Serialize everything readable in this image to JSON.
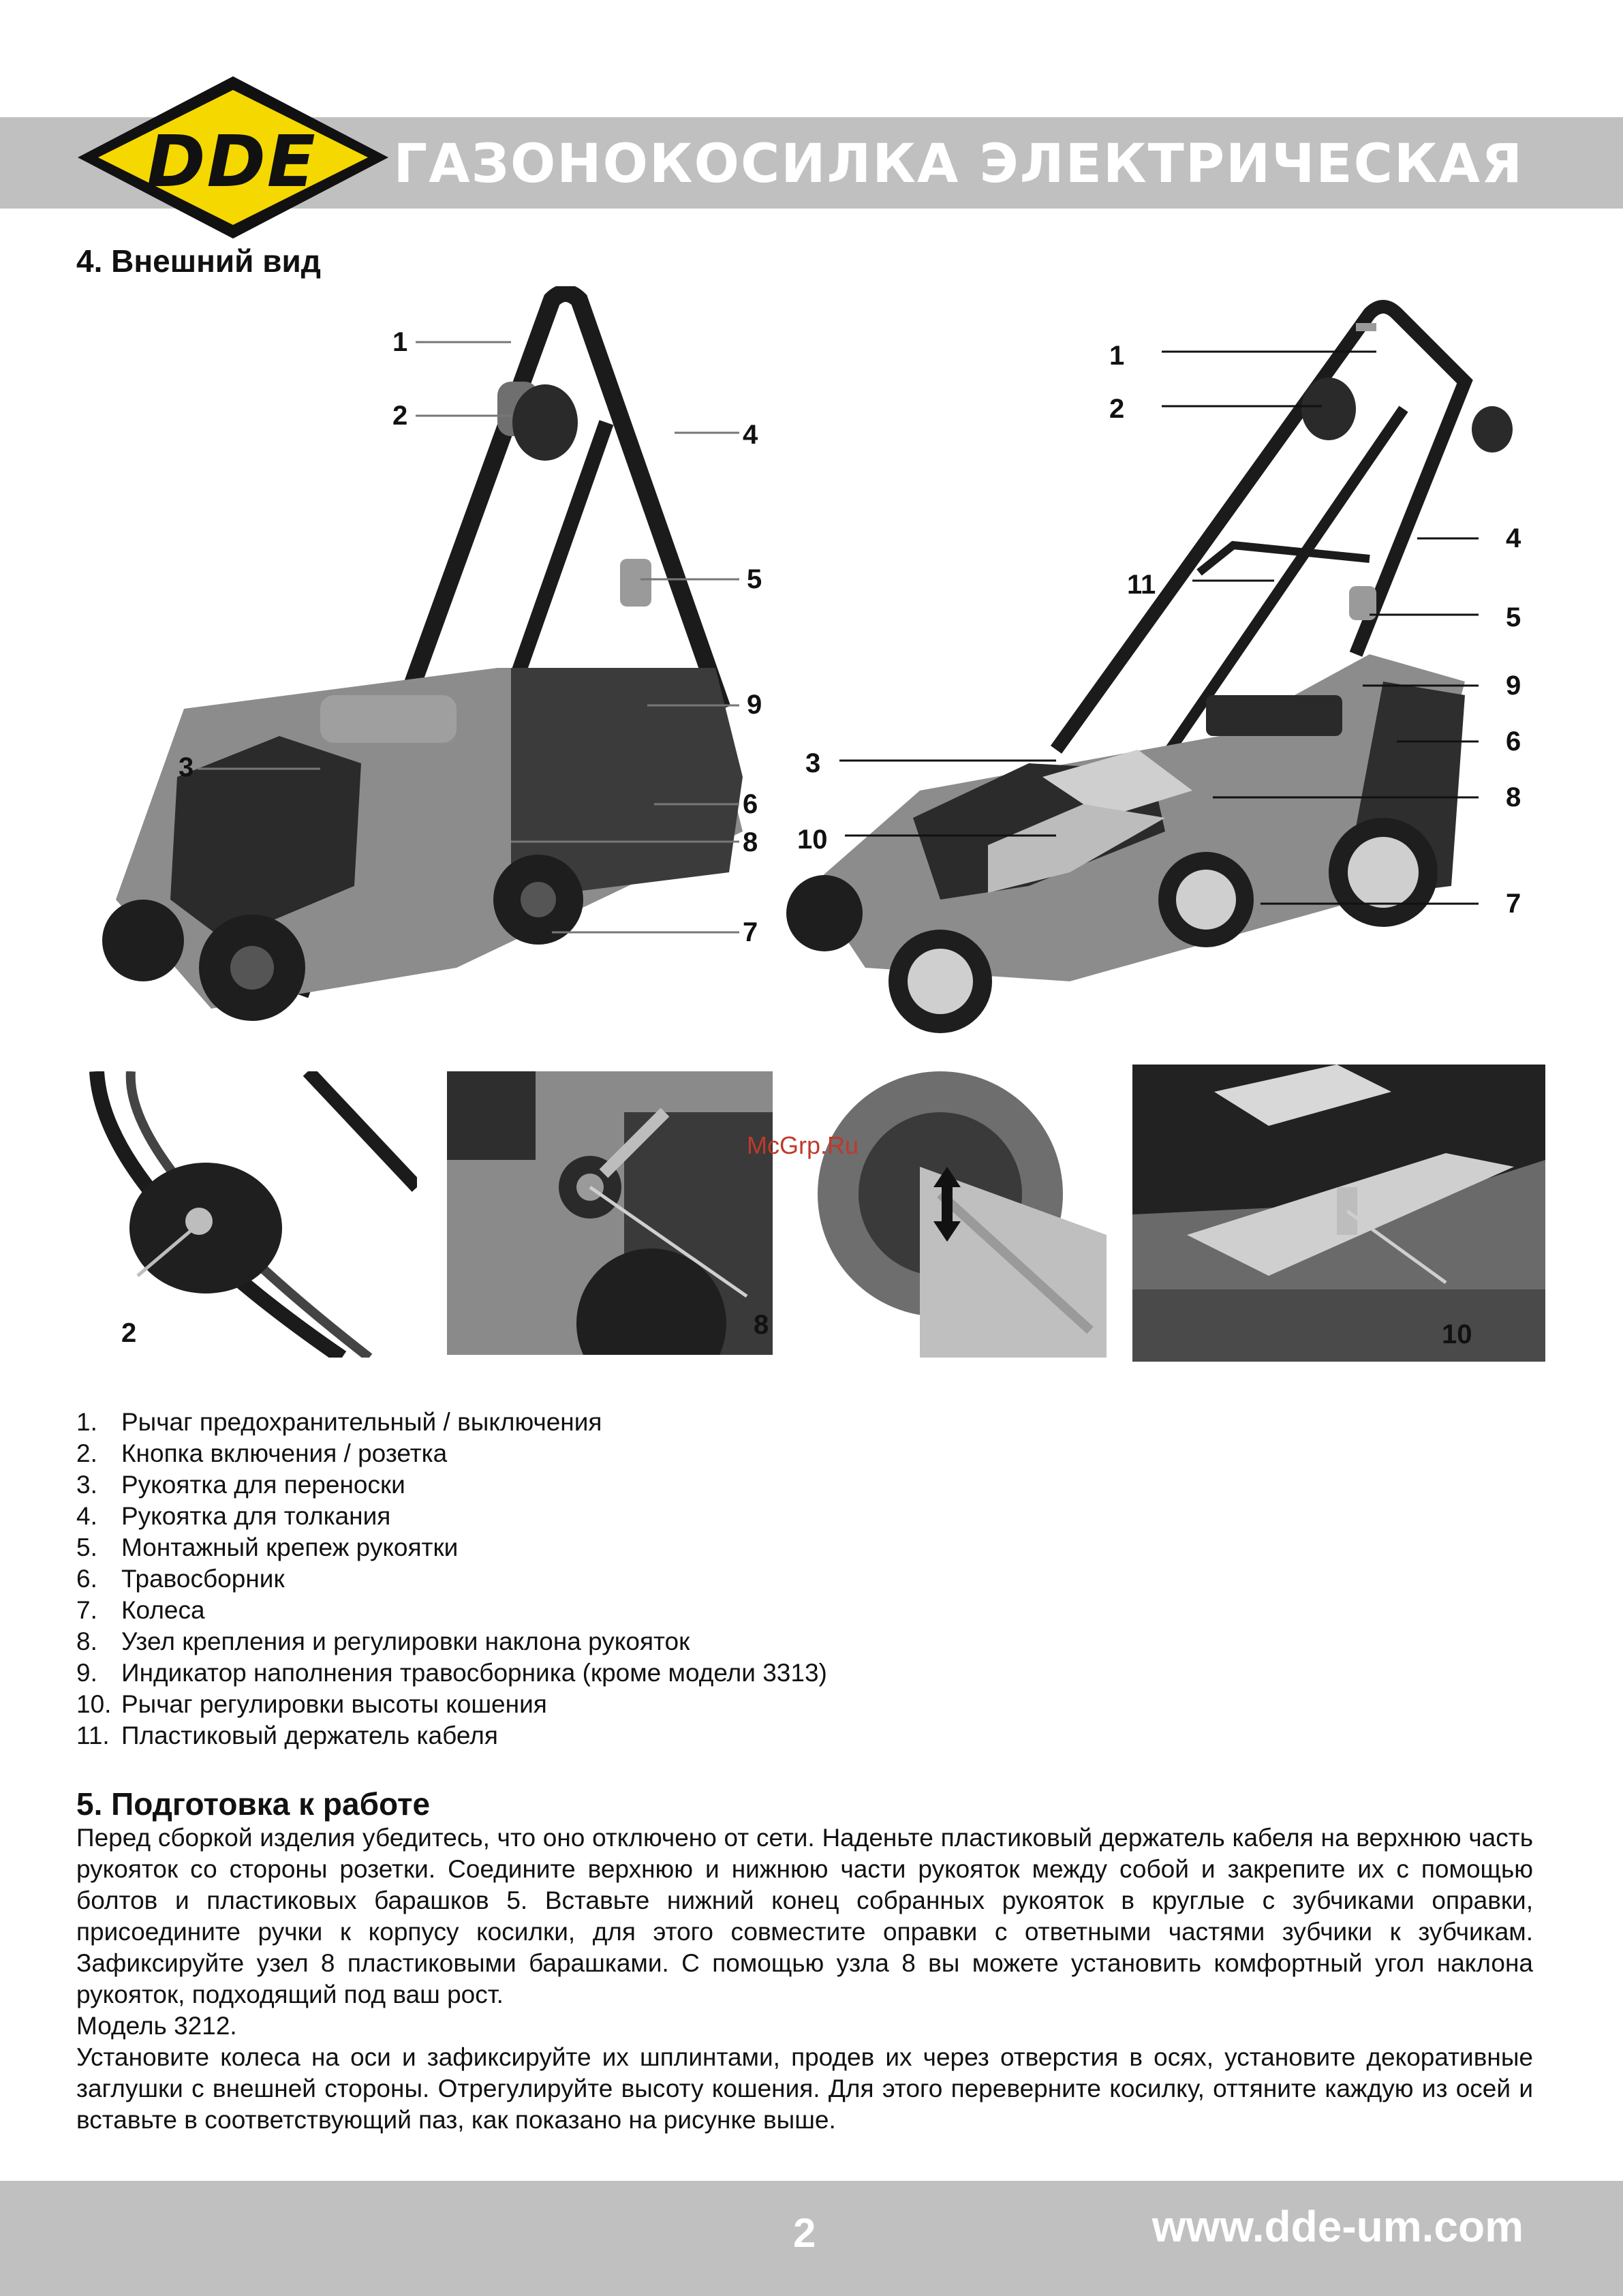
{
  "header": {
    "logo_text": "DDE",
    "title": "ГАЗОНОКОСИЛКА ЭЛЕКТРИЧЕСКАЯ"
  },
  "section4": {
    "title": "4. Внешний вид"
  },
  "figure_left": {
    "callouts": [
      "1",
      "2",
      "4",
      "5",
      "9",
      "3",
      "6",
      "8",
      "7"
    ]
  },
  "figure_right": {
    "callouts": [
      "1",
      "2",
      "4",
      "11",
      "5",
      "9",
      "6",
      "3",
      "8",
      "10",
      "7"
    ]
  },
  "details": {
    "d1_label": "2",
    "d2_label": "8",
    "d4_label": "10"
  },
  "watermark": "McGrp.Ru",
  "parts": [
    {
      "num": "1.",
      "text": "Рычаг предохранительный / выключения"
    },
    {
      "num": "2.",
      "text": "Кнопка включения / розетка"
    },
    {
      "num": "3.",
      "text": "Рукоятка для переноски"
    },
    {
      "num": "4.",
      "text": "Рукоятка для толкания"
    },
    {
      "num": "5.",
      "text": "Монтажный крепеж рукоятки"
    },
    {
      "num": "6.",
      "text": "Травосборник"
    },
    {
      "num": "7.",
      "text": "Колеса"
    },
    {
      "num": "8.",
      "text": "Узел крепления и регулировки наклона рукояток"
    },
    {
      "num": "9.",
      "text": "Индикатор наполнения травосборника (кроме модели 3313)"
    },
    {
      "num": "10.",
      "text": "Рычаг регулировки высоты кошения"
    },
    {
      "num": "11.",
      "text": "Пластиковый держатель кабеля"
    }
  ],
  "section5": {
    "title": "5. Подготовка к работе",
    "para1": "Перед сборкой изделия убедитесь, что оно отключено от сети. Наденьте пластиковый держатель кабеля на верхнюю часть рукояток со стороны розетки. Соедините верхнюю и нижнюю части рукояток между собой и закрепите их с помощью болтов и пластиковых барашков 5. Вставьте нижний конец собранных рукояток в круглые с зубчиками оправки, присоедините ручки к корпусу косилки, для этого совместите оправки с ответными частями зубчики к зубчикам. Зафиксируйте узел 8 пластиковыми барашками. С помощью узла 8 вы можете установить комфортный угол наклона рукояток, подходящий под ваш рост.",
    "model": "Модель 3212.",
    "para2": "Установите колеса на оси и зафиксируйте их шплинтами, продев их через отверстия в осях, установите декоративные заглушки с внешней стороны. Отрегулируйте высоту кошения. Для этого переверните косилку, оттяните каждую из осей и вставьте в соответствующий паз, как показано на рисунке выше."
  },
  "footer": {
    "page": "2",
    "url": "www.dde-um.com"
  },
  "colors": {
    "band": "#c0c0c0",
    "logo_yellow": "#f5d800",
    "watermark": "#c0392b"
  }
}
